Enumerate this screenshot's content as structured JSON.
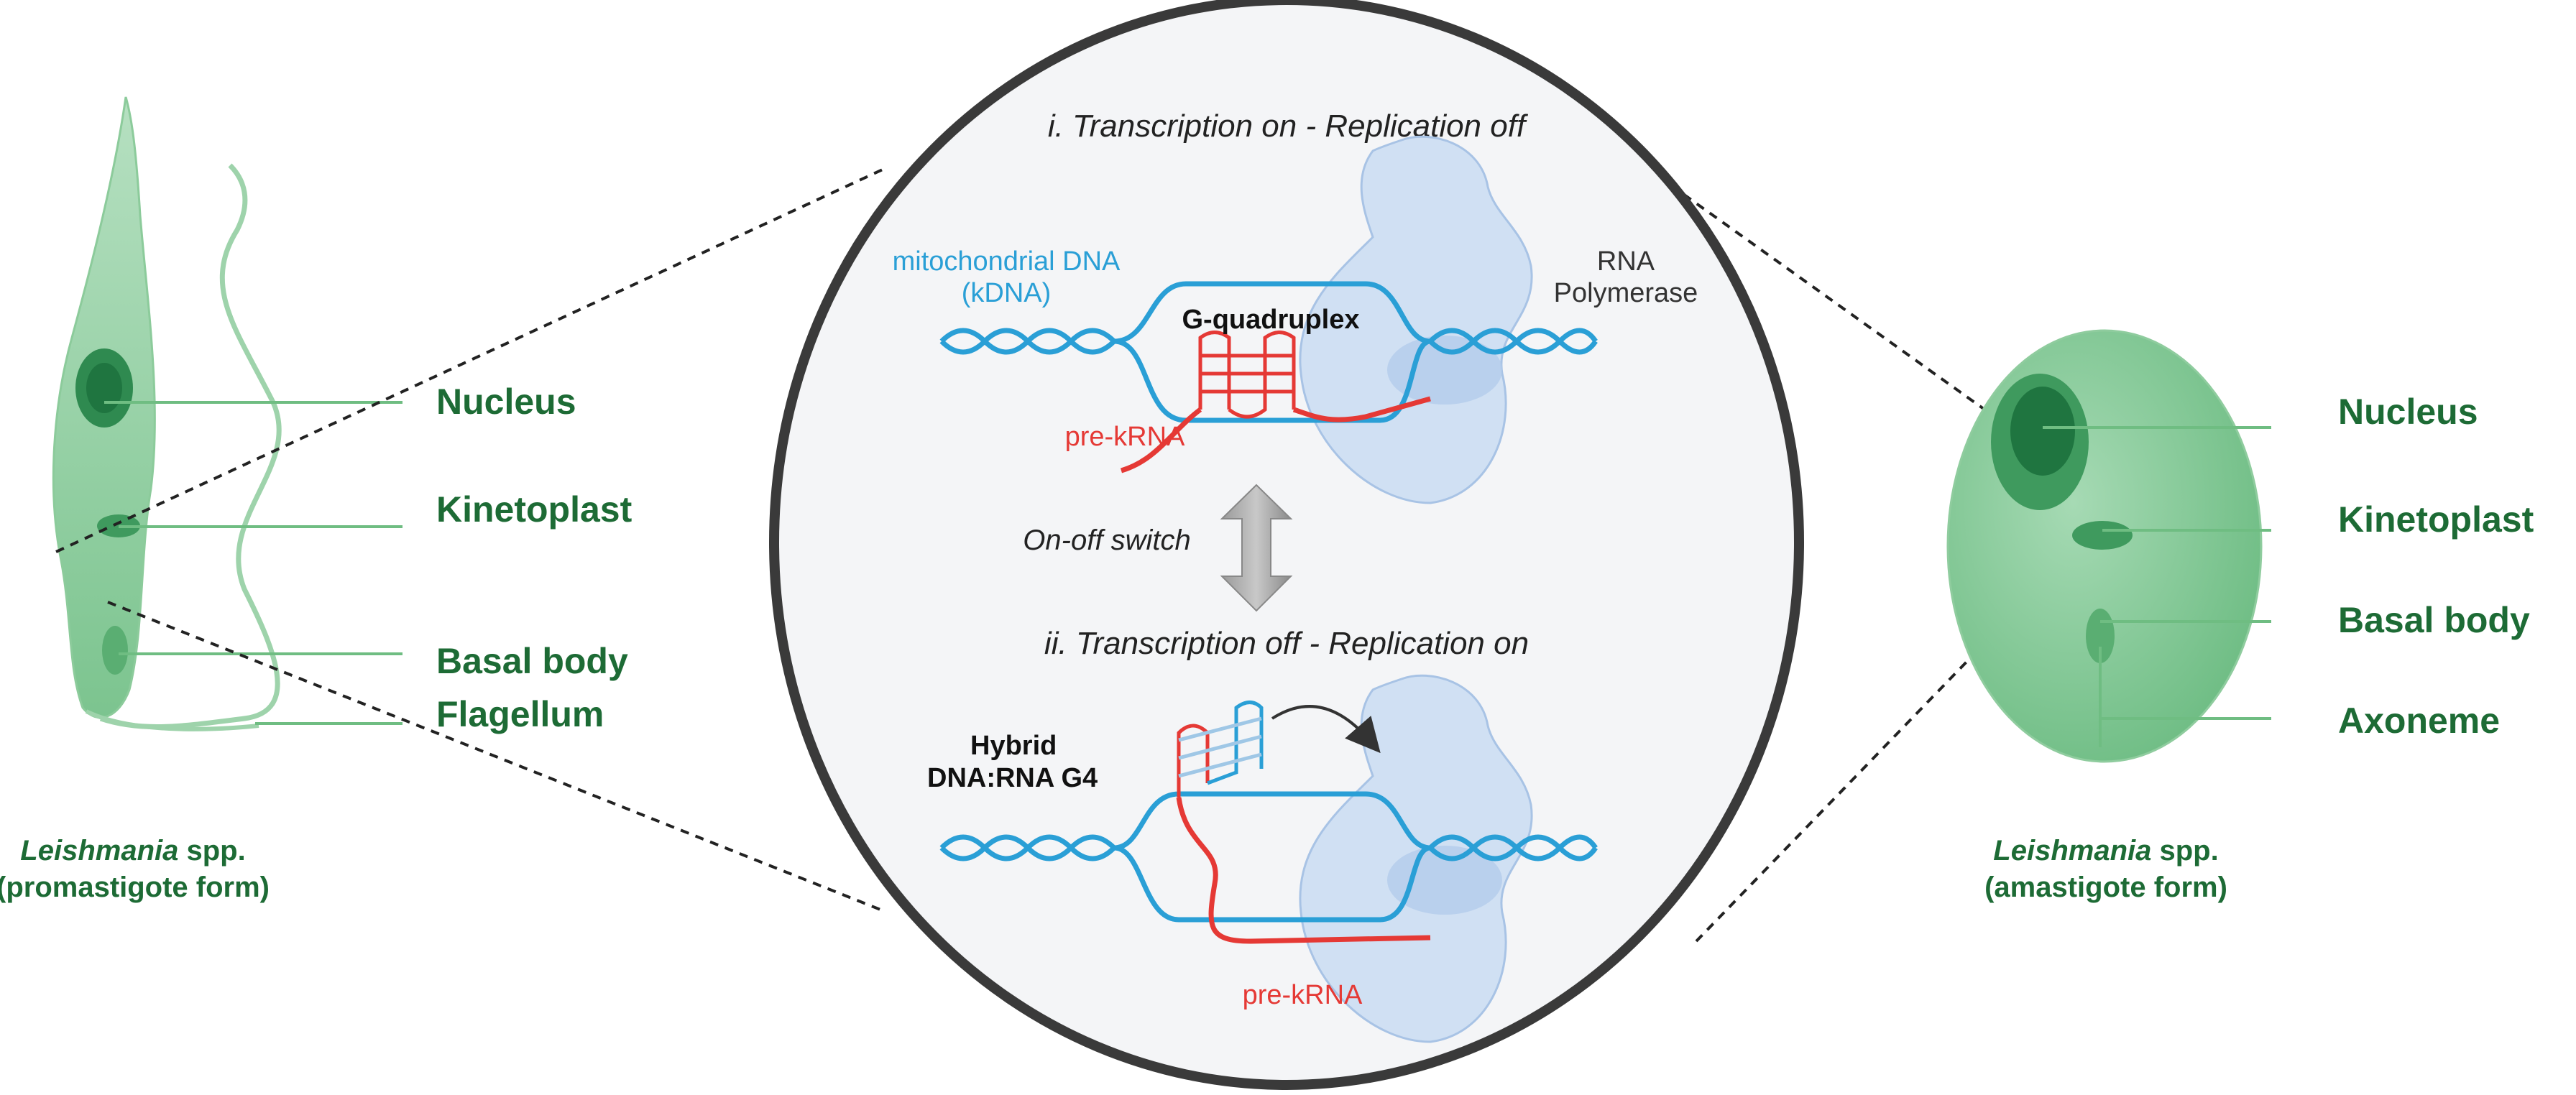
{
  "left_cell": {
    "labels": [
      "Nucleus",
      "Kinetoplast",
      "Basal body",
      "Flagellum"
    ],
    "caption_genus": "Leishmania",
    "caption_rest": " spp.",
    "caption_form": "(promastigote form)"
  },
  "right_cell": {
    "labels": [
      "Nucleus",
      "Kinetoplast",
      "Basal body",
      "Axoneme"
    ],
    "caption_genus": "Leishmania",
    "caption_rest": " spp.",
    "caption_form": "(amastigote form)"
  },
  "center": {
    "state_top": "i. Transcription on - Replication off",
    "state_bottom": "ii. Transcription off - Replication on",
    "mito_dna_line1": "mitochondrial DNA",
    "mito_dna_line2": "(kDNA)",
    "rnap_line1": "RNA",
    "rnap_line2": "Polymerase",
    "g4_label": "G-quadruplex",
    "pre_krna_top": "pre-kRNA",
    "switch_label": "On-off switch",
    "hybrid_line1": "Hybrid",
    "hybrid_line2": "DNA:RNA G4",
    "pre_krna_bottom": "pre-kRNA"
  },
  "colors": {
    "cell_green": "#7cc48f",
    "dark_green": "#1d6b35",
    "dna_blue": "#2a9fd6",
    "rna_red": "#e53935",
    "polymerase": "#c9dcf2"
  }
}
